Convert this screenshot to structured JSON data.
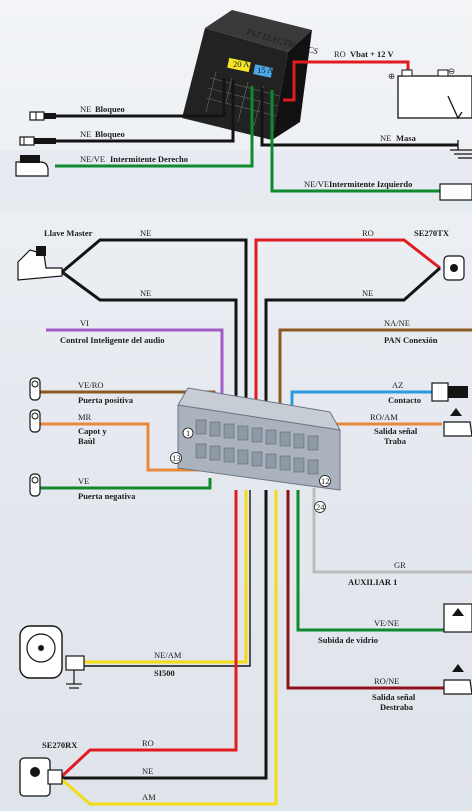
{
  "top": {
    "module_brand": "PST ELECTRONICS",
    "fuse_left": "20 A",
    "fuse_right": "15 A",
    "bat_label_code": "RO",
    "bat_label_text": "Vbat + 12 V",
    "lock1_code": "NE",
    "lock1_text": "Bloqueo",
    "lock2_code": "NE",
    "lock2_text": "Bloqueo",
    "blinkR_code": "NE/VE",
    "blinkR_text": "Intermitente Derecho",
    "ground_code": "NE",
    "ground_text": "Masa",
    "blinkL_code": "NE/VE",
    "blinkL_text": "Intermitente Izquierdo"
  },
  "main": {
    "llave_title": "Llave Master",
    "llave_ne1": "NE",
    "llave_ne2": "NE",
    "se270tx_title": "SE270TX",
    "se270tx_ro": "RO",
    "se270tx_ne": "NE",
    "vi_code": "VI",
    "vi_text": "Control Inteligente del audio",
    "nane_code": "NA/NE",
    "nane_text": "PAN Conexión",
    "vero_code": "VE/RO",
    "vero_text": "Puerta positiva",
    "az_code": "AZ",
    "az_text": "Contacto",
    "mr_code": "MR",
    "mr_text1": "Capot y",
    "mr_text2": "Baùl",
    "roam_code": "RO/AM",
    "roam_text1": "Salida señal",
    "roam_text2": "Traba",
    "ve_code": "VE",
    "ve_text": "Puerta negativa",
    "pin1": "1",
    "pin13": "13",
    "pin12": "12",
    "pin24": "24",
    "gr_code": "GR",
    "gr_text": "AUXILIAR 1",
    "vene_code": "VE/NE",
    "vene_text": "Subida de vidrio",
    "neam_code": "NE/AM",
    "neam_text": "SI500",
    "rone_code": "RO/NE",
    "rone_text1": "Salida señal",
    "rone_text2": "Destraba",
    "se270rx_title": "SE270RX",
    "rx_ro": "RO",
    "rx_ne": "NE",
    "rx_am": "AM"
  },
  "colors": {
    "black": "#141414",
    "red": "#e01b22",
    "green": "#0f8a2e",
    "purple": "#a45bc7",
    "brown": "#8b5a22",
    "orange": "#e8883a",
    "blue": "#2a9be0",
    "gray": "#bdbdbd",
    "darkred": "#8e1418",
    "yellow": "#f2dc14"
  }
}
